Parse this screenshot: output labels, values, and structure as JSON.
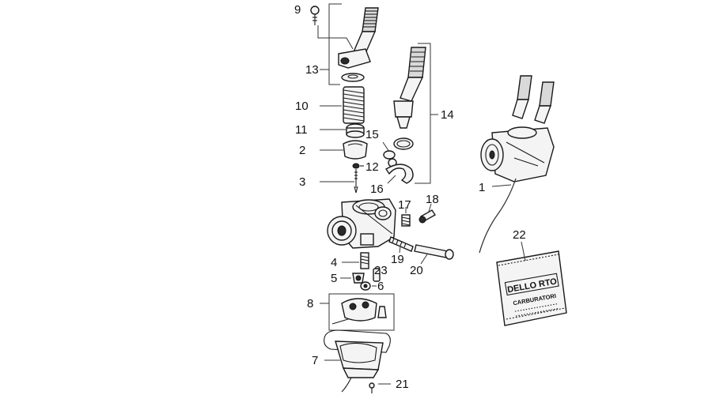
{
  "labels": {
    "l1": "1",
    "l2": "2",
    "l3": "3",
    "l4": "4",
    "l5": "5",
    "l6": "6",
    "l7": "7",
    "l8": "8",
    "l9": "9",
    "l10": "10",
    "l11": "11",
    "l12": "12",
    "l13": "13",
    "l14": "14",
    "l15": "15",
    "l16": "16",
    "l17": "17",
    "l18": "18",
    "l19": "19",
    "l20": "20",
    "l21": "21",
    "l22": "22",
    "l23": "23"
  },
  "bag": {
    "brand": "DELLO RTO",
    "subtitle": "CARBURATORI"
  }
}
